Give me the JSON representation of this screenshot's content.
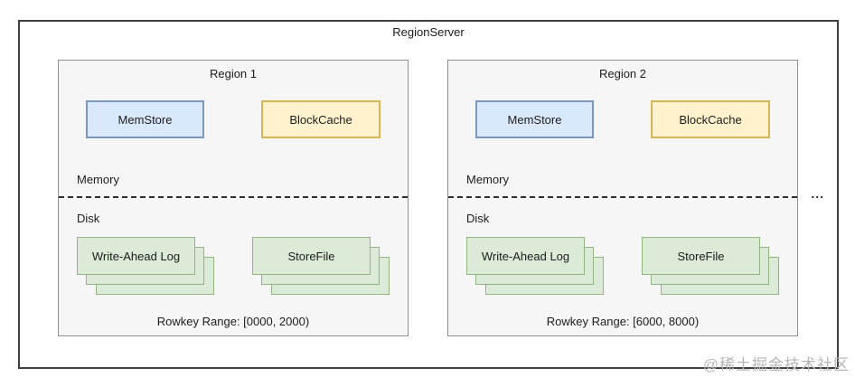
{
  "title": "RegionServer",
  "ellipsis": "...",
  "watermark": "@稀土掘金技术社区",
  "colors": {
    "region_fill": "#f6f6f6",
    "memstore_fill": "#dae8fc",
    "memstore_border": "#7a97c4",
    "blockcache_fill": "#fff2cc",
    "blockcache_border": "#d6b656",
    "file_fill": "#dcebd7",
    "file_border": "#93b380"
  },
  "regions": [
    {
      "title": "Region 1",
      "memstore_label": "MemStore",
      "blockcache_label": "BlockCache",
      "memory_label": "Memory",
      "disk_label": "Disk",
      "wal_label": "Write-Ahead Log",
      "storefile_label": "StoreFile",
      "rowkey_range": "Rowkey Range: [0000, 2000)"
    },
    {
      "title": "Region 2",
      "memstore_label": "MemStore",
      "blockcache_label": "BlockCache",
      "memory_label": "Memory",
      "disk_label": "Disk",
      "wal_label": "Write-Ahead Log",
      "storefile_label": "StoreFile",
      "rowkey_range": "Rowkey Range: [6000, 8000)"
    }
  ]
}
